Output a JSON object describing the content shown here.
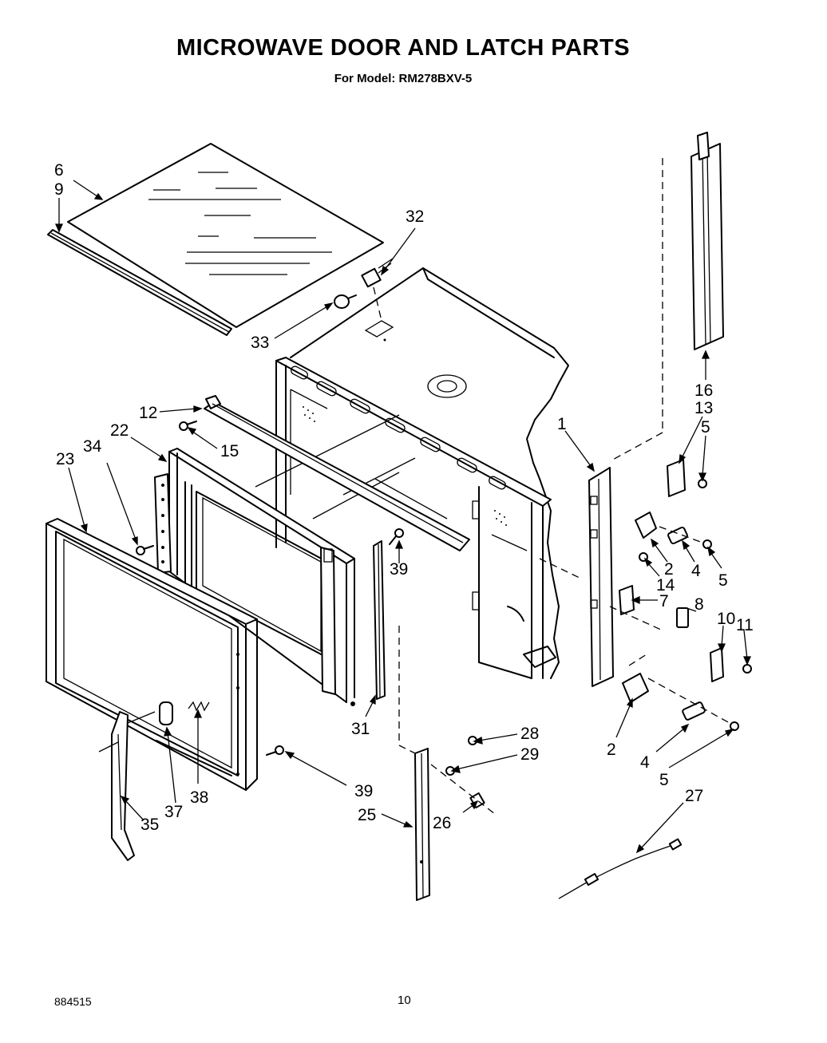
{
  "header": {
    "title": "MICROWAVE DOOR AND LATCH PARTS",
    "subtitle": "For Model: RM278BXV-5"
  },
  "footer": {
    "document_number": "884515",
    "page_number": "10"
  },
  "callouts": {
    "c6": "6",
    "c9": "9",
    "c32": "32",
    "c33": "33",
    "c12": "12",
    "c15": "15",
    "c22": "22",
    "c34": "34",
    "c23": "23",
    "c39a": "39",
    "c39b": "39",
    "c31": "31",
    "c16": "16",
    "c13": "13",
    "c5a": "5",
    "c1": "1",
    "c2a": "2",
    "c14": "14",
    "c4a": "4",
    "c5b": "5",
    "c7": "7",
    "c8": "8",
    "c10": "10",
    "c11": "11",
    "c2b": "2",
    "c4b": "4",
    "c5c": "5",
    "c27": "27",
    "c28": "28",
    "c29": "29",
    "c26": "26",
    "c25": "25",
    "c37": "37",
    "c38": "38",
    "c35": "35"
  }
}
